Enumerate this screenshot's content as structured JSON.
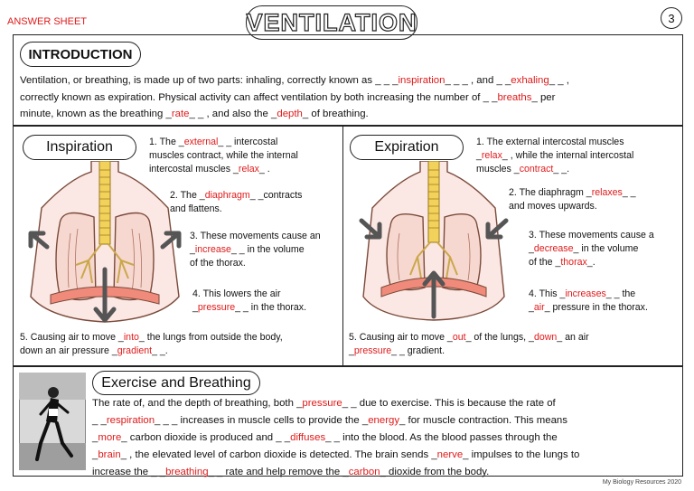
{
  "header": {
    "answer_sheet": "ANSWER SHEET",
    "title": "VENTILATION",
    "page_number": "3"
  },
  "intro": {
    "heading": "INTRODUCTION",
    "l1a": "Ventilation, or breathing, is made up of two parts: inhaling, correctly known as _ _ _",
    "a_inspiration": "inspiration",
    "l1b": "_ _ _ , and _ _",
    "a_exhaling": "exhaling",
    "l1c": "_ _ ,",
    "l2a": "correctly known as expiration. Physical activity can affect ventilation by both increasing the number of _ _",
    "a_breaths": "breaths",
    "l2b": "_ per",
    "l3a": "minute, known as the breathing _",
    "a_rate": "rate",
    "l3b": "_ _ , and also the _",
    "a_depth": "depth",
    "l3c": "_ of breathing."
  },
  "inspiration": {
    "heading": "Inspiration",
    "s1a": "1. The _",
    "s1_external": "external",
    "s1b": "_ _ intercostal",
    "s1c": "muscles contract, while the internal",
    "s1d": "intercostal muscles _",
    "s1_relax": "relax",
    "s1e": "_ .",
    "s2a": "2. The _",
    "s2_diaphragm": "diaphragm",
    "s2b": "_ _contracts",
    "s2c": "and flattens.",
    "s3a": "3. These movements cause an",
    "s3b": "_",
    "s3_increase": "increase",
    "s3c": "_ _ in the volume",
    "s3d": "of the thorax.",
    "s4a": "4. This lowers the air",
    "s4b": "_",
    "s4_pressure": "pressure",
    "s4c": "_ _ in the thorax.",
    "s5a": "5. Causing air to move _",
    "s5_into": "into",
    "s5b": "_ the lungs from outside the body,",
    "s5c": "down an air pressure _",
    "s5_gradient": "gradient",
    "s5d": "_ _."
  },
  "expiration": {
    "heading": "Expiration",
    "s1a": "1. The external intercostal muscles",
    "s1b": "_",
    "s1_relax": "relax",
    "s1c": "_ , while the internal intercostal",
    "s1d": "muscles _",
    "s1_contract": "contract",
    "s1e": "_ _.",
    "s2a": "2. The diaphragm _",
    "s2_relaxes": "relaxes",
    "s2b": "_ _",
    "s2c": "and moves upwards.",
    "s3a": "3. These movements cause a",
    "s3b": "_",
    "s3_decrease": "decrease",
    "s3c": "_ in the volume",
    "s3d": "of the _",
    "s3_thorax": "thorax",
    "s3e": "_.",
    "s4a": "4. This _",
    "s4_increases": "increases",
    "s4b": "_ _ the",
    "s4c": "_",
    "s4_air": "air",
    "s4d": "_ pressure in the thorax.",
    "s5a": "5. Causing air to move _",
    "s5_out": "out",
    "s5b": "_ of the lungs, _",
    "s5_down": "down",
    "s5c": "_ an air",
    "s5d": "_",
    "s5_pressure": "pressure",
    "s5e": "_ _ gradient."
  },
  "exercise": {
    "heading": "Exercise and Breathing",
    "l1a": "The rate of, and the depth of breathing, both _",
    "a_pressure": "pressure",
    "l1b": "_ _ due to exercise. This is because the rate of",
    "l2a": "_ _",
    "a_respiration": "respiration",
    "l2b": "_ _ _ increases in muscle cells to provide the _",
    "a_energy": "energy",
    "l2c": "_ for muscle contraction. This means",
    "l3a": "_",
    "a_more": "more",
    "l3b": "_ carbon dioxide is produced and _ _",
    "a_diffuses": "diffuses",
    "l3c": "_ _ into the blood. As the blood passes through the",
    "l4a": "_",
    "a_brain": "brain",
    "l4b": "_ , the elevated level of carbon dioxide is detected. The brain sends _",
    "a_nerve": "nerve",
    "l4c": "_ impulses to the lungs to",
    "l5a": "increase the _ _",
    "a_breathing": "breathing",
    "l5b": "_ _ rate and help remove the _",
    "a_carbon": "carbon",
    "l5c": "_ dioxide from the body."
  },
  "footer": "My Biology Resources 2020",
  "colors": {
    "answer": "#e01a1a",
    "lung_outline": "#7a4a3a",
    "lung_fill": "#f6d8d0",
    "trachea": "#f2d25a"
  }
}
